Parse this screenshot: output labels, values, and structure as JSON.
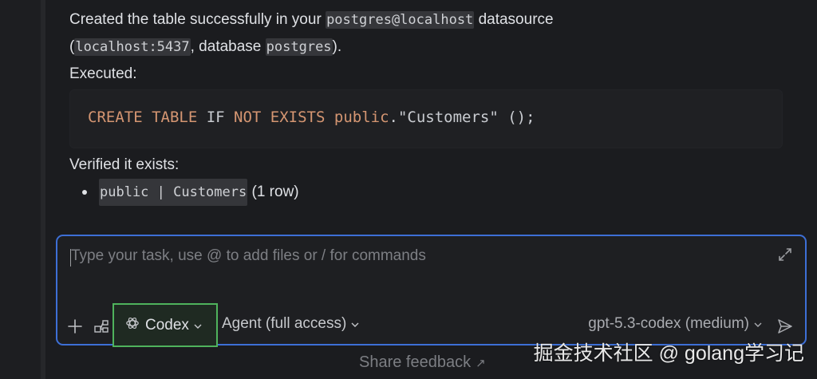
{
  "message": {
    "line1_prefix": "Created the table successfully in your ",
    "datasource": "postgres@localhost",
    "line1_suffix": " datasource",
    "line2_open": "(",
    "host": "localhost:5437",
    "line2_mid": ", database ",
    "database": "postgres",
    "line2_close": ").",
    "executed_label": "Executed:",
    "sql": {
      "t1": "CREATE TABLE",
      "t2": " IF ",
      "t3": "NOT EXISTS",
      "t4": " ",
      "t5": "public",
      "t6": ".\"Customers\" ();"
    },
    "verified_label": "Verified it exists:",
    "verified_items": [
      {
        "code": "public | Customers",
        "suffix": " (1 row)"
      }
    ]
  },
  "composer": {
    "placeholder": "Type your task, use @ to add files or / for commands",
    "icons": {
      "expand": "expand-icon",
      "add": "plus-icon",
      "structure": "structure-icon",
      "codex": "openai-logo-icon",
      "send": "send-icon"
    },
    "codex_label": "Codex",
    "agent_label": "Agent (full access)",
    "model_label": "gpt-5.3-codex (medium)"
  },
  "footer": {
    "feedback_label": "Share feedback",
    "feedback_arrow": "↗"
  },
  "watermark": "掘金技术社区 @ golang学习记",
  "colors": {
    "background": "#1b1c1f",
    "composer_border": "#3d6fd6",
    "highlight_border": "#4fb35c",
    "sql_keyword": "#d59672"
  }
}
